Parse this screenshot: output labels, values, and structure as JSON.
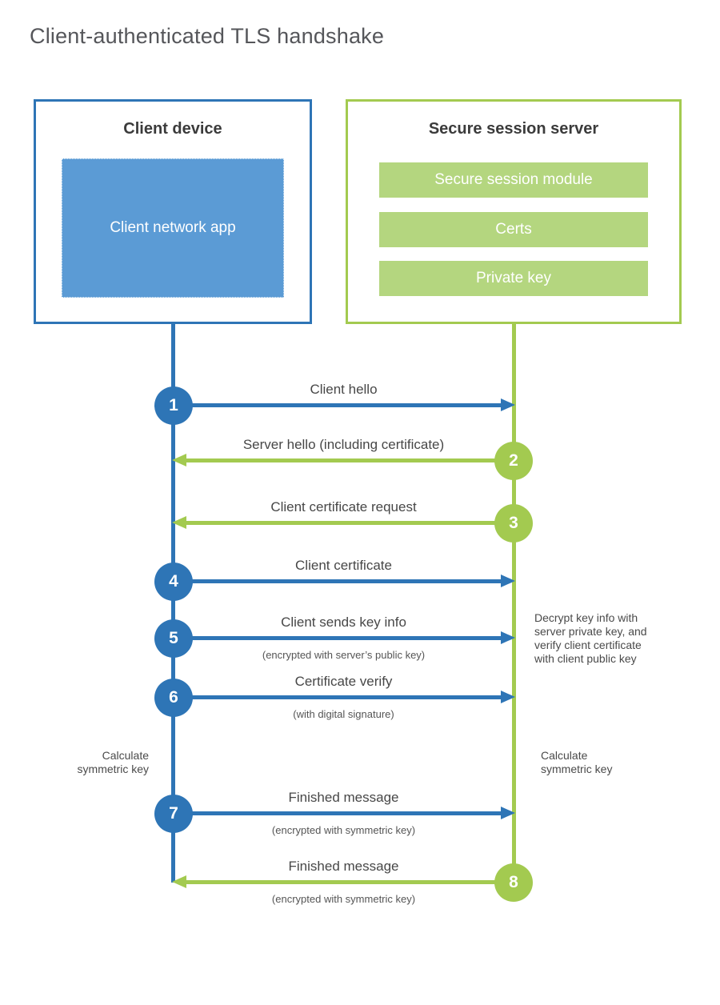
{
  "page": {
    "title": "Client-authenticated TLS handshake"
  },
  "colors": {
    "blue": "#2e75b6",
    "blue_fill": "#5b9bd5",
    "green": "#a3ca50",
    "green_fill": "#b4d67f"
  },
  "client": {
    "title": "Client device",
    "module": "Client network app"
  },
  "server": {
    "title": "Secure session server",
    "modules": [
      "Secure session module",
      "Certs",
      "Private key"
    ]
  },
  "steps": [
    {
      "num": "1",
      "direction": "right",
      "color": "blue",
      "label": "Client hello",
      "sub": ""
    },
    {
      "num": "2",
      "direction": "left",
      "color": "green",
      "label": "Server hello (including certificate)",
      "sub": ""
    },
    {
      "num": "3",
      "direction": "left",
      "color": "green",
      "label": "Client certificate request",
      "sub": ""
    },
    {
      "num": "4",
      "direction": "right",
      "color": "blue",
      "label": "Client certificate",
      "sub": ""
    },
    {
      "num": "5",
      "direction": "right",
      "color": "blue",
      "label": "Client sends key info",
      "sub": "(encrypted with server’s public key)"
    },
    {
      "num": "6",
      "direction": "right",
      "color": "blue",
      "label": "Certificate verify",
      "sub": "(with digital signature)"
    },
    {
      "num": "7",
      "direction": "right",
      "color": "blue",
      "label": "Finished message",
      "sub": "(encrypted with symmetric key)"
    },
    {
      "num": "8",
      "direction": "left",
      "color": "green",
      "label": "Finished message",
      "sub": "(encrypted with symmetric key)"
    }
  ],
  "annotations": {
    "decrypt": "Decrypt key info with\nserver private key, and\nverify client certificate\nwith client public key",
    "calc_left": "Calculate\nsymmetric key",
    "calc_right": "Calculate\nsymmetric key"
  }
}
